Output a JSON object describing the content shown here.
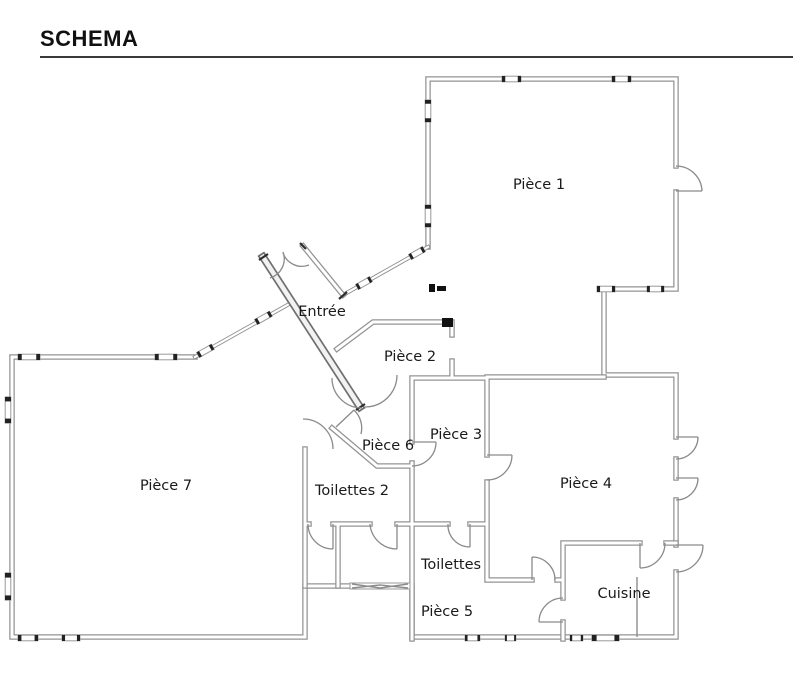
{
  "title": "SCHEMA",
  "floorplan": {
    "rooms": [
      {
        "id": "piece-1",
        "label": "Pièce 1"
      },
      {
        "id": "entree",
        "label": "Entrée"
      },
      {
        "id": "piece-2",
        "label": "Pièce 2"
      },
      {
        "id": "piece-3",
        "label": "Pièce 3"
      },
      {
        "id": "piece-6",
        "label": "Pièce 6"
      },
      {
        "id": "piece-7",
        "label": "Pièce 7"
      },
      {
        "id": "toilettes-2",
        "label": "Toilettes 2"
      },
      {
        "id": "toilettes",
        "label": "Toilettes"
      },
      {
        "id": "piece-4",
        "label": "Pièce 4"
      },
      {
        "id": "piece-5",
        "label": "Pièce 5"
      },
      {
        "id": "cuisine",
        "label": "Cuisine"
      }
    ],
    "colors": {
      "wall": "#949494",
      "entry_wall": "#6f6f6f",
      "ink": "#1a1a1a",
      "window_cap": "#222222"
    }
  }
}
